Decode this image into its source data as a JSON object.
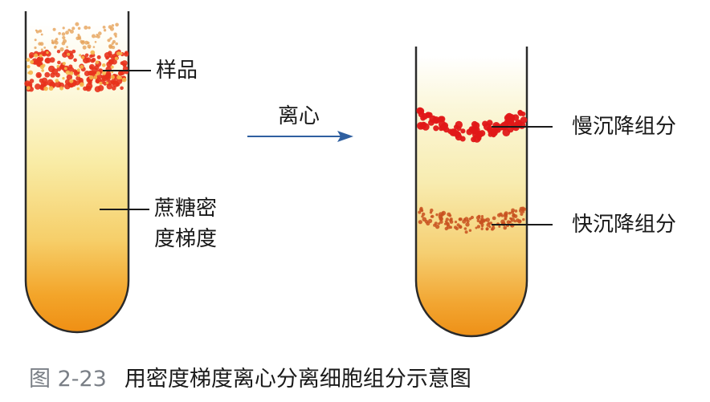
{
  "left_tube": {
    "sample_label": "样品",
    "gradient_label_line1": "蔗糖密",
    "gradient_label_line2": "度梯度"
  },
  "arrow": {
    "label": "离心"
  },
  "right_tube": {
    "slow_label": "慢沉降组分",
    "fast_label": "快沉降组分"
  },
  "caption": {
    "number": "图 2-23",
    "text": "用密度梯度离心分离细胞组分示意图"
  },
  "colors": {
    "tube_outline": "#2a2a2a",
    "gradient_top": "#fbf6d0",
    "gradient_bottom": "#f19a1a",
    "sample_dots": "#e8321c",
    "slow_band": "#e01818",
    "fast_band": "#c8501e",
    "arrow": "#2f5fa0"
  }
}
